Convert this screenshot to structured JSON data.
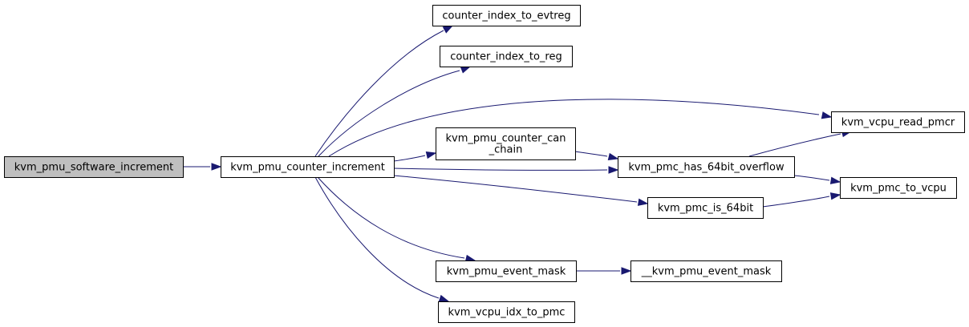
{
  "colors": {
    "edge": "#191970",
    "node_border": "#000000",
    "node_fill": "#ffffff",
    "highlight_fill": "#bfbfbf"
  },
  "nodes": {
    "kvm_pmu_software_increment": {
      "lines": [
        "kvm_pmu_software_increment"
      ],
      "highlight": true
    },
    "kvm_pmu_counter_increment": {
      "lines": [
        "kvm_pmu_counter_increment"
      ]
    },
    "counter_index_to_evtreg": {
      "lines": [
        "counter_index_to_evtreg"
      ]
    },
    "counter_index_to_reg": {
      "lines": [
        "counter_index_to_reg"
      ]
    },
    "kvm_vcpu_read_pmcr": {
      "lines": [
        "kvm_vcpu_read_pmcr"
      ]
    },
    "kvm_pmu_counter_can_chain": {
      "lines": [
        "kvm_pmu_counter_can",
        "_chain"
      ]
    },
    "kvm_pmc_has_64bit_overflow": {
      "lines": [
        "kvm_pmc_has_64bit_overflow"
      ]
    },
    "kvm_pmc_to_vcpu": {
      "lines": [
        "kvm_pmc_to_vcpu"
      ]
    },
    "kvm_pmc_is_64bit": {
      "lines": [
        "kvm_pmc_is_64bit"
      ]
    },
    "kvm_pmu_event_mask": {
      "lines": [
        "kvm_pmu_event_mask"
      ]
    },
    "__kvm_pmu_event_mask": {
      "lines": [
        "__kvm_pmu_event_mask"
      ]
    },
    "kvm_vcpu_idx_to_pmc": {
      "lines": [
        "kvm_vcpu_idx_to_pmc"
      ]
    }
  },
  "edges": [
    [
      "kvm_pmu_software_increment",
      "kvm_pmu_counter_increment"
    ],
    [
      "kvm_pmu_counter_increment",
      "counter_index_to_evtreg"
    ],
    [
      "kvm_pmu_counter_increment",
      "counter_index_to_reg"
    ],
    [
      "kvm_pmu_counter_increment",
      "kvm_vcpu_read_pmcr"
    ],
    [
      "kvm_pmu_counter_increment",
      "kvm_pmu_counter_can_chain"
    ],
    [
      "kvm_pmu_counter_increment",
      "kvm_pmc_has_64bit_overflow"
    ],
    [
      "kvm_pmu_counter_increment",
      "kvm_pmc_is_64bit"
    ],
    [
      "kvm_pmu_counter_increment",
      "kvm_pmu_event_mask"
    ],
    [
      "kvm_pmu_counter_increment",
      "kvm_vcpu_idx_to_pmc"
    ],
    [
      "kvm_pmu_counter_can_chain",
      "kvm_pmc_has_64bit_overflow"
    ],
    [
      "kvm_pmc_has_64bit_overflow",
      "kvm_vcpu_read_pmcr"
    ],
    [
      "kvm_pmc_has_64bit_overflow",
      "kvm_pmc_to_vcpu"
    ],
    [
      "kvm_pmc_is_64bit",
      "kvm_pmc_to_vcpu"
    ],
    [
      "kvm_pmu_event_mask",
      "__kvm_pmu_event_mask"
    ]
  ]
}
